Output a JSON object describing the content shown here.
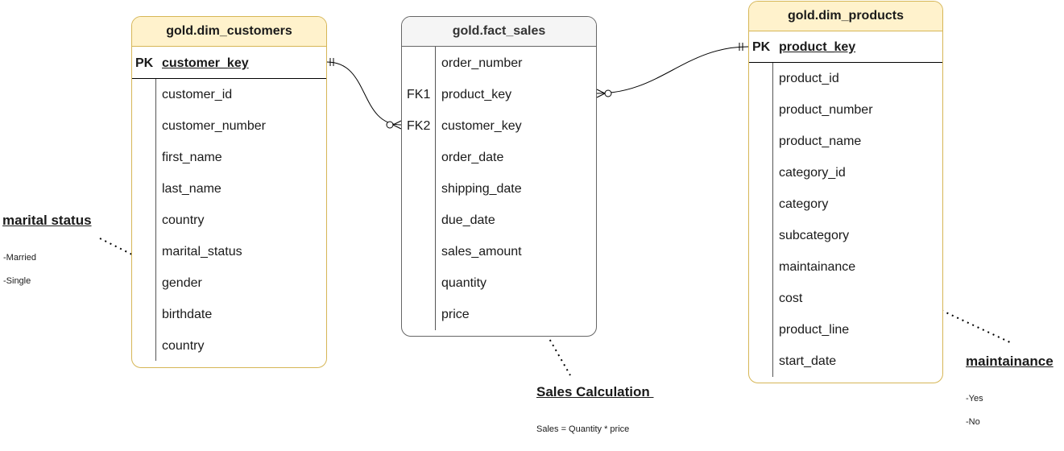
{
  "dim_customers": {
    "title": "gold.dim_customers",
    "pk": {
      "key": "PK",
      "field": "customer_key"
    },
    "fields": [
      "customer_id",
      "customer_number",
      "first_name",
      "last_name",
      "country",
      "marital_status",
      "gender",
      "birthdate",
      "country"
    ]
  },
  "fact_sales": {
    "title": "gold.fact_sales",
    "rows": [
      {
        "key": "",
        "field": "order_number"
      },
      {
        "key": "FK1",
        "field": "product_key"
      },
      {
        "key": "FK2",
        "field": "customer_key"
      },
      {
        "key": "",
        "field": "order_date"
      },
      {
        "key": "",
        "field": "shipping_date"
      },
      {
        "key": "",
        "field": "due_date"
      },
      {
        "key": "",
        "field": "sales_amount"
      },
      {
        "key": "",
        "field": "quantity"
      },
      {
        "key": "",
        "field": "price"
      }
    ]
  },
  "dim_products": {
    "title": "gold.dim_products",
    "pk": {
      "key": "PK",
      "field": "product_key"
    },
    "fields": [
      "product_id",
      "product_number",
      "product_name",
      "category_id",
      "category",
      "subcategory",
      "maintainance",
      "cost",
      "product_line",
      "start_date"
    ]
  },
  "notes": {
    "marital": {
      "title": "marital status",
      "lines": [
        "-Married",
        "-Single"
      ]
    },
    "sales": {
      "title": "Sales Calculation ",
      "lines": [
        "Sales = Quantity * price"
      ]
    },
    "maint": {
      "title": "maintainance",
      "lines": [
        "-Yes",
        "-No"
      ]
    }
  },
  "colors": {
    "entity_border": "#d6b656",
    "entity_header": "#fff2cc",
    "fact_border": "#666666",
    "fact_header": "#f5f5f5"
  }
}
